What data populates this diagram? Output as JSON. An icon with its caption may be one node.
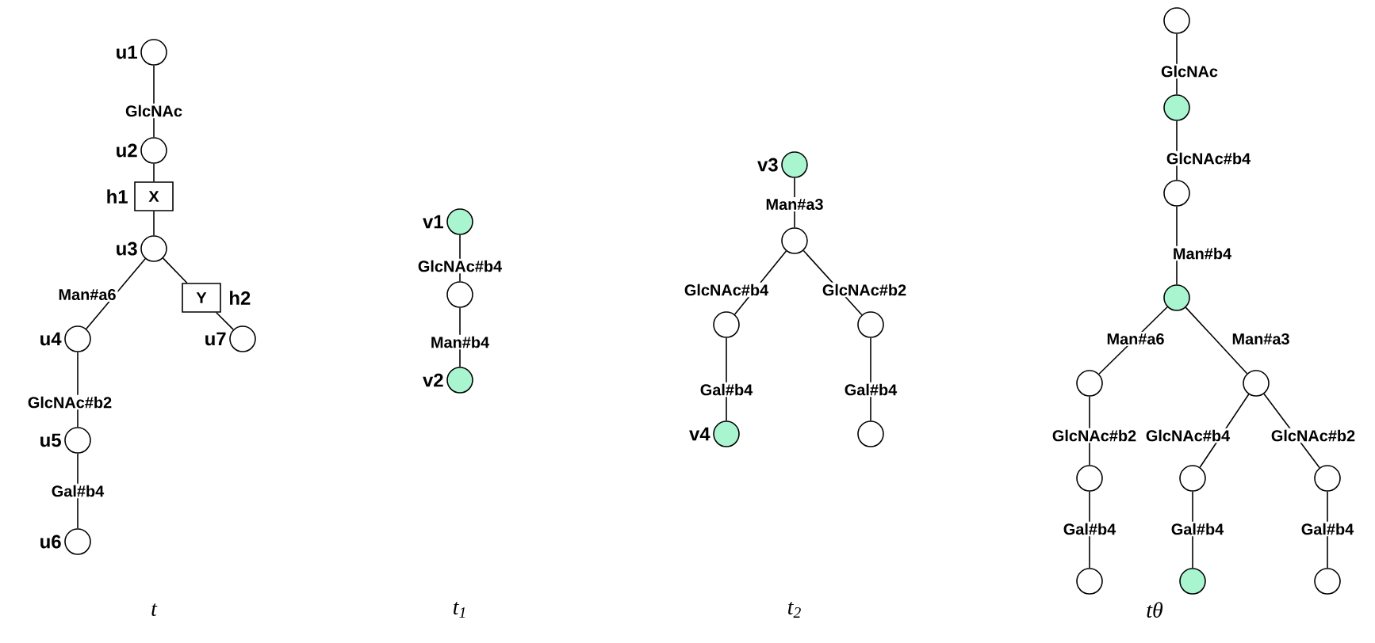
{
  "diagram": {
    "nodes": [
      {
        "text": [],
        "shape": "circle",
        "beside": [
          "u1"
        ]
      },
      {
        "text": [],
        "shape": "circle",
        "beside": [
          "u2"
        ]
      },
      {
        "text": [
          "X"
        ],
        "beside": [
          "h1"
        ]
      },
      {
        "text": [],
        "shape": "circle",
        "beside": [
          "u3"
        ]
      },
      {
        "text": [],
        "shape": "circle",
        "beside": [
          "u4"
        ]
      },
      {
        "text": [
          "Y"
        ],
        "beside": [
          "h2"
        ]
      },
      {
        "text": [],
        "shape": "circle",
        "beside": [
          "u7"
        ]
      },
      {
        "text": [],
        "shape": "circle",
        "beside": [
          "u5"
        ]
      },
      {
        "text": [],
        "shape": "circle",
        "beside": [
          "u6"
        ]
      },
      {
        "text": [],
        "shape": "circle",
        "beside": [
          "v1"
        ]
      },
      {
        "text": [],
        "shape": "circle"
      },
      {
        "text": [],
        "shape": "circle",
        "beside": [
          "v2"
        ]
      },
      {
        "text": [],
        "shape": "circle",
        "beside": [
          "v3"
        ]
      },
      {
        "text": [],
        "shape": "circle"
      },
      {
        "text": [],
        "shape": "circle"
      },
      {
        "text": [],
        "shape": "circle"
      },
      {
        "text": [],
        "shape": "circle",
        "beside": [
          "v4"
        ]
      },
      {
        "text": [],
        "shape": "circle"
      },
      {
        "text": [],
        "shape": "circle"
      },
      {
        "text": [],
        "shape": "circle"
      },
      {
        "text": [],
        "shape": "circle"
      },
      {
        "text": [],
        "shape": "circle"
      },
      {
        "text": [],
        "shape": "circle"
      },
      {
        "text": [],
        "shape": "circle"
      },
      {
        "text": [],
        "shape": "circle"
      },
      {
        "text": [],
        "shape": "circle"
      },
      {
        "text": [],
        "shape": "circle"
      },
      {
        "text": [],
        "shape": "circle"
      },
      {
        "text": [],
        "shape": "circle"
      },
      {
        "text": [],
        "shape": "circle"
      }
    ],
    "edges": [
      {
        "from": 0,
        "to": 1,
        "arrow": "none",
        "label": "GlcNAc"
      },
      {
        "from": 1,
        "to": 2,
        "arrow": "none"
      },
      {
        "from": 2,
        "to": 3,
        "arrow": "none"
      },
      {
        "from": 3,
        "to": 4,
        "arrow": "none",
        "label": "Man#a6"
      },
      {
        "from": 3,
        "to": 5,
        "arrow": "none"
      },
      {
        "from": 5,
        "to": 6,
        "arrow": "none"
      },
      {
        "from": 4,
        "to": 7,
        "arrow": "none",
        "label": "GlcNAc#b2"
      },
      {
        "from": 7,
        "to": 8,
        "arrow": "none",
        "label": "Gal#b4"
      },
      {
        "from": 9,
        "to": 10,
        "arrow": "none",
        "label": "GlcNAc#b4"
      },
      {
        "from": 10,
        "to": 11,
        "arrow": "none",
        "label": "Man#b4"
      },
      {
        "from": 12,
        "to": 13,
        "arrow": "none",
        "label": "Man#a3"
      },
      {
        "from": 13,
        "to": 14,
        "arrow": "none",
        "label": "GlcNAc#b4"
      },
      {
        "from": 13,
        "to": 15,
        "arrow": "none",
        "label": "GlcNAc#b2"
      },
      {
        "from": 14,
        "to": 16,
        "arrow": "none",
        "label": "Gal#b4"
      },
      {
        "from": 15,
        "to": 17,
        "arrow": "none",
        "label": "Gal#b4"
      },
      {
        "from": 18,
        "to": 19,
        "arrow": "none",
        "label": "GlcNAc"
      },
      {
        "from": 19,
        "to": 20,
        "arrow": "none",
        "label": "GlcNAc#b4"
      },
      {
        "from": 20,
        "to": 21,
        "arrow": "none",
        "label": "Man#b4"
      },
      {
        "from": 21,
        "to": 22,
        "arrow": "none",
        "label": "Man#a6"
      },
      {
        "from": 21,
        "to": 23,
        "arrow": "none",
        "label": "Man#a3"
      },
      {
        "from": 22,
        "to": 24,
        "arrow": "none",
        "label": "GlcNAc#b2"
      },
      {
        "from": 23,
        "to": 25,
        "arrow": "none",
        "label": "GlcNAc#b4"
      },
      {
        "from": 23,
        "to": 26,
        "arrow": "none",
        "label": "GlcNAc#b2"
      },
      {
        "from": 24,
        "to": 27,
        "arrow": "none",
        "label": "Gal#b4"
      },
      {
        "from": 25,
        "to": 28,
        "arrow": "none",
        "label": "Gal#b4"
      },
      {
        "from": 26,
        "to": 29,
        "arrow": "none",
        "label": "Gal#b4"
      }
    ],
    "labels": [
      "t",
      "t$_{1}$",
      "t$_{2}$",
      "tθ"
    ]
  }
}
